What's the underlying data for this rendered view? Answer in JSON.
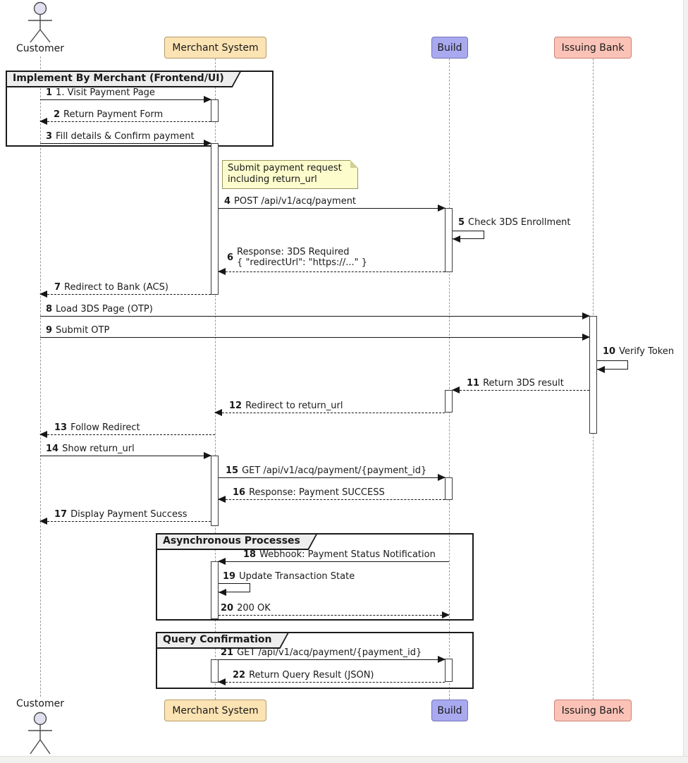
{
  "participants": [
    {
      "id": "customer",
      "name": "Customer",
      "type": "actor"
    },
    {
      "id": "merchant",
      "name": "Merchant System",
      "type": "box",
      "fill": "#FBE3B3",
      "border": "#b49a68"
    },
    {
      "id": "build",
      "name": "Build",
      "type": "box",
      "fill": "#A9A9F0",
      "border": "#7474bb"
    },
    {
      "id": "bank",
      "name": "Issuing Bank",
      "type": "box",
      "fill": "#FBC3B7",
      "border": "#c98275"
    }
  ],
  "frames": [
    {
      "title": "Implement By Merchant (Frontend/UI)"
    },
    {
      "title": "Asynchronous Processes"
    },
    {
      "title": "Query Confirmation"
    }
  ],
  "note": {
    "line1": "Submit payment request",
    "line2": " including return_url"
  },
  "messages": [
    {
      "num": "1",
      "text": "1. Visit Payment Page",
      "from": "Customer",
      "to": "Merchant System",
      "style": "solid"
    },
    {
      "num": "2",
      "text": "Return Payment Form",
      "from": "Merchant System",
      "to": "Customer",
      "style": "dashed"
    },
    {
      "num": "3",
      "text": "Fill details & Confirm payment",
      "from": "Customer",
      "to": "Merchant System",
      "style": "solid"
    },
    {
      "num": "4",
      "text": "POST /api/v1/acq/payment",
      "from": "Merchant System",
      "to": "Build",
      "style": "solid"
    },
    {
      "num": "5",
      "text": "Check 3DS Enrollment",
      "from": "Build",
      "to": "Build",
      "style": "self"
    },
    {
      "num": "6",
      "text": "Response: 3DS Required",
      "text2": "{ \"redirectUrl\": \"https://...\" }",
      "from": "Build",
      "to": "Merchant System",
      "style": "dashed"
    },
    {
      "num": "7",
      "text": "Redirect to Bank (ACS)",
      "from": "Merchant System",
      "to": "Customer",
      "style": "dashed"
    },
    {
      "num": "8",
      "text": "Load 3DS Page (OTP)",
      "from": "Customer",
      "to": "Issuing Bank",
      "style": "solid"
    },
    {
      "num": "9",
      "text": "Submit OTP",
      "from": "Customer",
      "to": "Issuing Bank",
      "style": "solid"
    },
    {
      "num": "10",
      "text": "Verify Token",
      "from": "Issuing Bank",
      "to": "Issuing Bank",
      "style": "self"
    },
    {
      "num": "11",
      "text": "Return 3DS result",
      "from": "Issuing Bank",
      "to": "Build",
      "style": "dashed"
    },
    {
      "num": "12",
      "text": "Redirect to return_url",
      "from": "Build",
      "to": "Merchant System",
      "style": "dashed"
    },
    {
      "num": "13",
      "text": "Follow Redirect",
      "from": "Merchant System",
      "to": "Customer",
      "style": "dashed"
    },
    {
      "num": "14",
      "text": "Show return_url",
      "from": "Customer",
      "to": "Merchant System",
      "style": "solid"
    },
    {
      "num": "15",
      "text": "GET /api/v1/acq/payment/{payment_id}",
      "from": "Merchant System",
      "to": "Build",
      "style": "solid"
    },
    {
      "num": "16",
      "text": "Response: Payment SUCCESS",
      "from": "Build",
      "to": "Merchant System",
      "style": "dashed"
    },
    {
      "num": "17",
      "text": "Display Payment Success",
      "from": "Merchant System",
      "to": "Customer",
      "style": "dashed"
    },
    {
      "num": "18",
      "text": "Webhook: Payment Status Notification",
      "from": "Build",
      "to": "Merchant System",
      "style": "solid"
    },
    {
      "num": "19",
      "text": "Update Transaction State",
      "from": "Merchant System",
      "to": "Merchant System",
      "style": "self"
    },
    {
      "num": "20",
      "text": "200 OK",
      "from": "Merchant System",
      "to": "Build",
      "style": "dashed"
    },
    {
      "num": "21",
      "text": "GET /api/v1/acq/payment/{payment_id}",
      "from": "Merchant System",
      "to": "Build",
      "style": "solid"
    },
    {
      "num": "22",
      "text": "Return Query Result (JSON)",
      "from": "Build",
      "to": "Merchant System",
      "style": "dashed"
    }
  ],
  "colors": {
    "merchant_fill": "#FBE3B3",
    "build_fill": "#A9A9F0",
    "bank_fill": "#FBC3B7",
    "actor_head_fill": "#E0E0F0",
    "note_fill": "#FCFCCD",
    "frame_label_fill": "#EDEDED",
    "lifeline": "#9A9A9A",
    "line": "#161616"
  }
}
